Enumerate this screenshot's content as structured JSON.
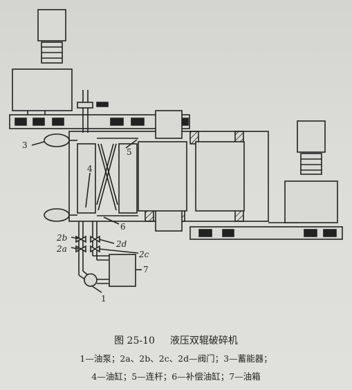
{
  "figure": {
    "number": "图 25-10",
    "title": "液压双辊破碎机",
    "legend_line1": "1—油泵；2a、2b、2c、2d—阀门；3—蓄能器；",
    "legend_line2": "4—油缸；5—连杆；6—补偿油缸；7—油箱"
  },
  "callouts": {
    "c1": "1",
    "c2a": "2a",
    "c2b": "2b",
    "c2c": "2c",
    "c2d": "2d",
    "c3": "3",
    "c4": "4",
    "c5": "5",
    "c6": "6",
    "c7": "7"
  },
  "colors": {
    "line": "#222222",
    "paper": "#d9d9d5"
  }
}
